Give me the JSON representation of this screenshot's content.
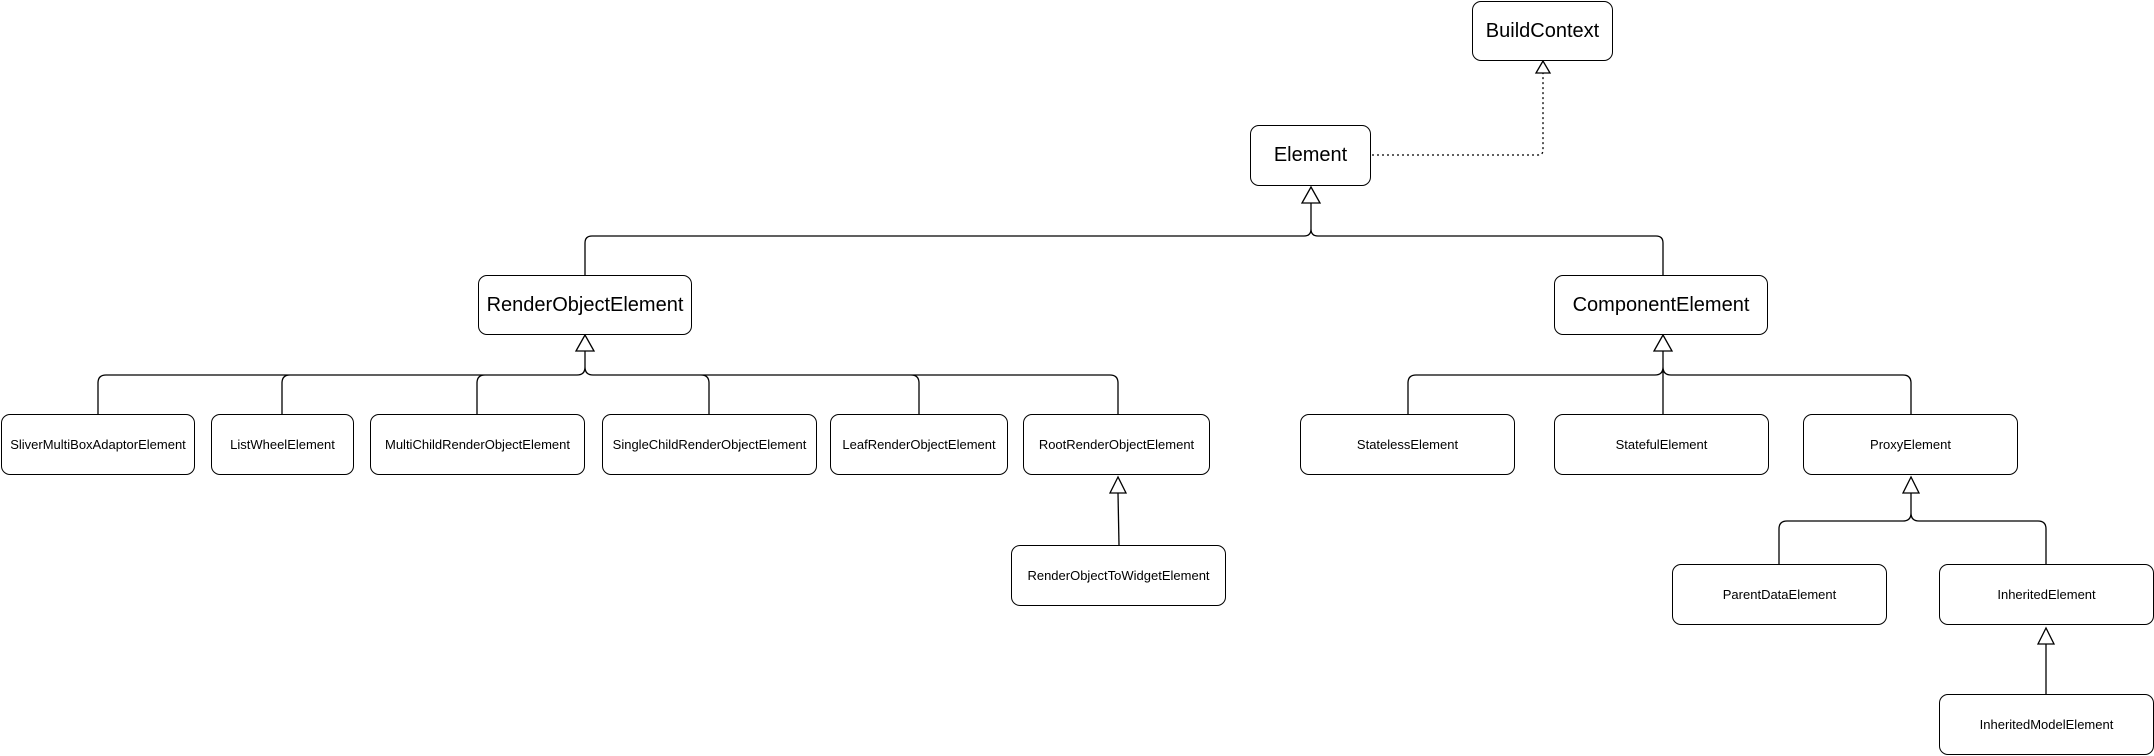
{
  "classes": {
    "build_context": "BuildContext",
    "element": "Element",
    "render_object_element": "RenderObjectElement",
    "component_element": "ComponentElement",
    "sliver_multi_box_adaptor_element": "SliverMultiBoxAdaptorElement",
    "list_wheel_element": "ListWheelElement",
    "multi_child_render_object_element": "MultiChildRenderObjectElement",
    "single_child_render_object_element": "SingleChildRenderObjectElement",
    "leaf_render_object_element": "LeafRenderObjectElement",
    "root_render_object_element": "RootRenderObjectElement",
    "render_object_to_widget_element": "RenderObjectToWidgetElement",
    "stateless_element": "StatelessElement",
    "stateful_element": "StatefulElement",
    "proxy_element": "ProxyElement",
    "parent_data_element": "ParentDataElement",
    "inherited_element": "InheritedElement",
    "inherited_model_element": "InheritedModelElement"
  },
  "relations": [
    {
      "from": "element",
      "to": "build_context",
      "kind": "implements"
    },
    {
      "from": "render_object_element",
      "to": "element",
      "kind": "extends"
    },
    {
      "from": "component_element",
      "to": "element",
      "kind": "extends"
    },
    {
      "from": "sliver_multi_box_adaptor_element",
      "to": "render_object_element",
      "kind": "extends"
    },
    {
      "from": "list_wheel_element",
      "to": "render_object_element",
      "kind": "extends"
    },
    {
      "from": "multi_child_render_object_element",
      "to": "render_object_element",
      "kind": "extends"
    },
    {
      "from": "single_child_render_object_element",
      "to": "render_object_element",
      "kind": "extends"
    },
    {
      "from": "leaf_render_object_element",
      "to": "render_object_element",
      "kind": "extends"
    },
    {
      "from": "root_render_object_element",
      "to": "render_object_element",
      "kind": "extends"
    },
    {
      "from": "render_object_to_widget_element",
      "to": "root_render_object_element",
      "kind": "extends"
    },
    {
      "from": "stateless_element",
      "to": "component_element",
      "kind": "extends"
    },
    {
      "from": "stateful_element",
      "to": "component_element",
      "kind": "extends"
    },
    {
      "from": "proxy_element",
      "to": "component_element",
      "kind": "extends"
    },
    {
      "from": "parent_data_element",
      "to": "proxy_element",
      "kind": "extends"
    },
    {
      "from": "inherited_element",
      "to": "proxy_element",
      "kind": "extends"
    },
    {
      "from": "inherited_model_element",
      "to": "inherited_element",
      "kind": "extends"
    }
  ]
}
